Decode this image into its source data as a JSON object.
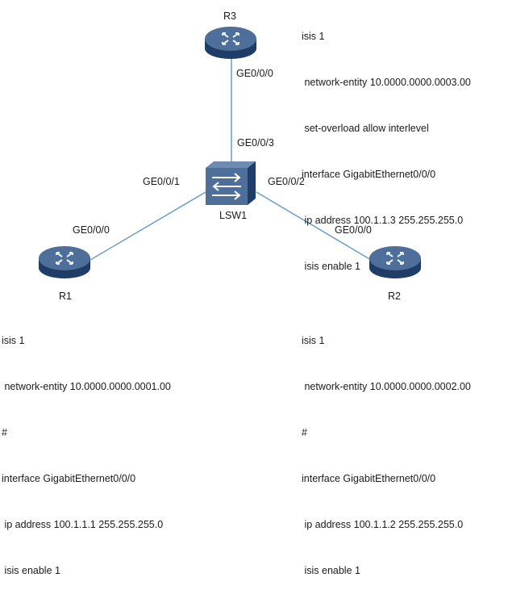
{
  "devices": {
    "r3": {
      "name": "R3"
    },
    "lsw1": {
      "name": "LSW1"
    },
    "r1": {
      "name": "R1"
    },
    "r2": {
      "name": "R2"
    }
  },
  "ports": {
    "r3_ge000": "GE0/0/0",
    "lsw1_ge003": "GE0/0/3",
    "lsw1_ge001": "GE0/0/1",
    "lsw1_ge002": "GE0/0/2",
    "r1_ge000": "GE0/0/0",
    "r2_ge000": "GE0/0/0"
  },
  "configs": {
    "r3": [
      "isis 1",
      " network-entity 10.0000.0000.0003.00",
      " set-overload allow interlevel",
      "interface GigabitEthernet0/0/0",
      " ip address 100.1.1.3 255.255.255.0",
      " isis enable 1"
    ],
    "r1": [
      "isis 1",
      " network-entity 10.0000.0000.0001.00",
      "#",
      "interface GigabitEthernet0/0/0",
      " ip address 100.1.1.1 255.255.255.0",
      " isis enable 1"
    ],
    "r2": [
      "isis 1",
      " network-entity 10.0000.0000.0002.00",
      "#",
      "interface GigabitEthernet0/0/0",
      " ip address 100.1.1.2 255.255.255.0",
      " isis enable 1"
    ]
  },
  "colors": {
    "link": "#6a9cc8",
    "device_top": "#4f6f9b",
    "device_side": "#1f3d66"
  }
}
